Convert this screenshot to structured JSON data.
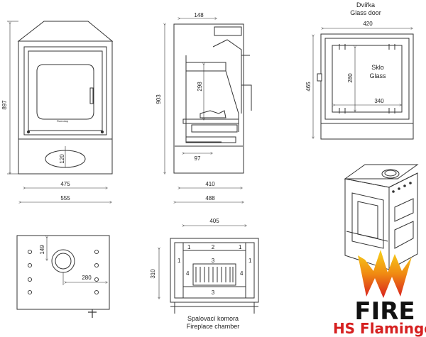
{
  "front": {
    "height": "897",
    "width_inner": "475",
    "width_outer": "555",
    "ash_height": "120",
    "logo_text": "Romotop"
  },
  "side": {
    "height": "903",
    "top_offset": "148",
    "glass_height": "298",
    "bottom_offset": "97",
    "depth_inner": "410",
    "depth_outer": "488"
  },
  "door": {
    "title_cz": "Dvířka",
    "title_en": "Glass door",
    "width": "420",
    "height": "465",
    "glass_height": "280",
    "glass_width": "340",
    "glass_cz": "Sklo",
    "glass_en": "Glass"
  },
  "top": {
    "offset": "149",
    "flue_offset": "280"
  },
  "chamber": {
    "width": "405",
    "depth": "310",
    "caption_cz": "Spalovací komora",
    "caption_en": "Fireplace chamber",
    "labels": {
      "a": "1",
      "b": "2",
      "c": "1",
      "d": "1",
      "e": "4",
      "f": "4",
      "g": "1",
      "h": "3",
      "i": "3"
    }
  },
  "brand": {
    "word": "FIRE",
    "subtitle": "HS Flamingo"
  }
}
